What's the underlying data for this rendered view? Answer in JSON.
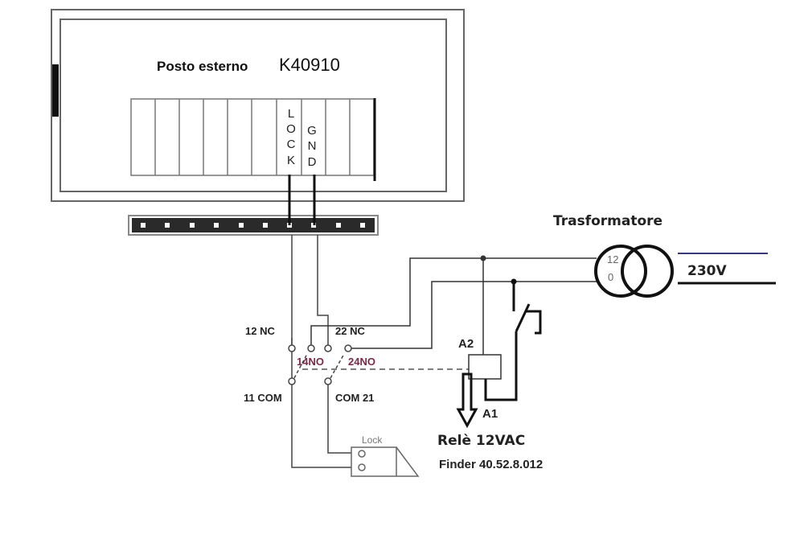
{
  "intercom": {
    "title": "Posto esterno",
    "model": "K40910",
    "lock_letters": [
      "L",
      "O",
      "C",
      "K"
    ],
    "gnd_letters": [
      "G",
      "N",
      "D"
    ]
  },
  "contacts": {
    "nc1": "12 NC",
    "nc2": "22 NC",
    "no1": "14NO",
    "no2": "24NO",
    "com1": "11 COM",
    "com2": "COM 21"
  },
  "lock": {
    "label": "Lock"
  },
  "relay": {
    "a1": "A1",
    "a2": "A2",
    "name": "Relè 12VAC",
    "model": "Finder 40.52.8.012"
  },
  "transformer": {
    "title": "Trasformatore",
    "sec_high": "12",
    "sec_low": "0",
    "primary": "230V"
  },
  "colors": {
    "no_label": "#7a2a45",
    "wire": "#333333",
    "primary_top": "#3a3a7a"
  }
}
